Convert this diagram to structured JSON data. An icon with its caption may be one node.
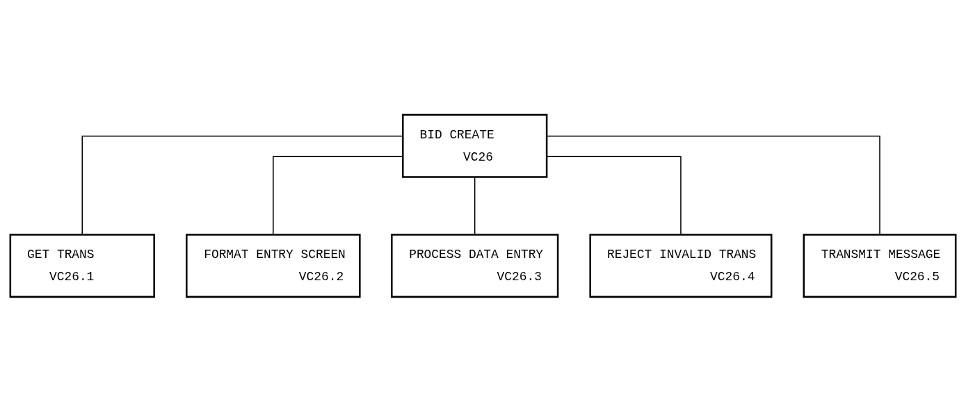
{
  "diagram": {
    "nodes": [
      {
        "text": [
          "BID CREATE",
          "VC26"
        ]
      },
      {
        "text": [
          "GET TRANS",
          "VC26.1"
        ]
      },
      {
        "text": [
          "FORMAT ENTRY SCREEN",
          "VC26.2"
        ]
      },
      {
        "text": [
          "PROCESS DATA ENTRY",
          "VC26.3"
        ]
      },
      {
        "text": [
          "REJECT INVALID TRANS",
          "VC26.4"
        ]
      },
      {
        "text": [
          "TRANSMIT MESSAGE",
          "VC26.5"
        ]
      }
    ],
    "edges": [
      {
        "from": 0,
        "to": 1,
        "arrow": "none"
      },
      {
        "from": 0,
        "to": 2,
        "arrow": "none"
      },
      {
        "from": 0,
        "to": 3,
        "arrow": "none"
      },
      {
        "from": 0,
        "to": 4,
        "arrow": "none"
      },
      {
        "from": 0,
        "to": 5,
        "arrow": "none"
      }
    ]
  }
}
